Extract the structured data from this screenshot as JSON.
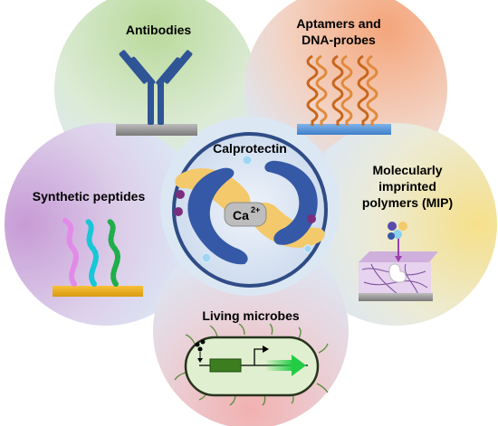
{
  "center": {
    "title": "Calprotectin",
    "ion": "Ca",
    "ion_charge": "2+"
  },
  "petals": {
    "antibodies": {
      "label": "Antibodies"
    },
    "aptamers": {
      "line1": "Aptamers and",
      "line2": "DNA-probes"
    },
    "mip": {
      "line1": "Molecularly",
      "line2": "imprinted",
      "line3": "polymers (MIP)"
    },
    "microbes": {
      "label": "Living microbes"
    },
    "peptides": {
      "label": "Synthetic peptides"
    }
  },
  "colors": {
    "antibodies_tint": "#b9d99a",
    "aptamers_tint": "#f4a57a",
    "mip_tint": "#f6e08a",
    "microbes_tint": "#f2b1b1",
    "peptides_tint": "#c79bd6",
    "petal_center": "#dce7f4",
    "ring": "#2f4c86",
    "protein_blue": "#3559a6",
    "protein_yellow": "#f4c96b",
    "dna": "#c8661c",
    "antibody": "#2f5596",
    "gfp": "#22cc44"
  },
  "icons": [
    "antibody-icon",
    "dna-helix-icon",
    "peptide-chain-icon",
    "imprinted-polymer-icon",
    "bacterium-icon",
    "calcium-ion-icon"
  ]
}
